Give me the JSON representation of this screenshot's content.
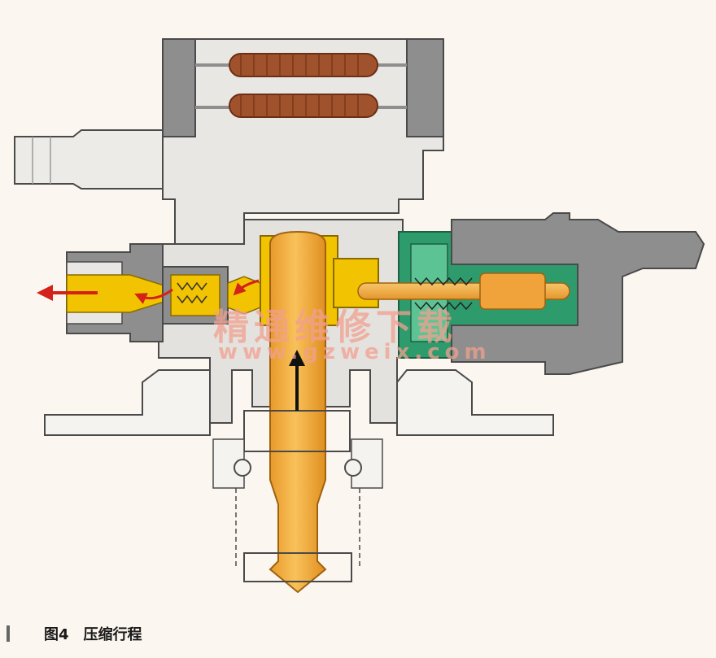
{
  "figure": {
    "number": "图4",
    "caption": "压缩行程"
  },
  "watermark": {
    "text": "精通维修下载",
    "url": "www.gzweix.com"
  },
  "colors": {
    "housing_gray": "#8e8e8e",
    "housing_light": "#e7e6e2",
    "fuel_yellow": "#f2c300",
    "piston_orange": "#f0a33a",
    "valve_green": "#2e9b6d",
    "coil_brown": "#a0522d",
    "flow_red": "#d2221a",
    "outline": "#4a4a4a"
  }
}
